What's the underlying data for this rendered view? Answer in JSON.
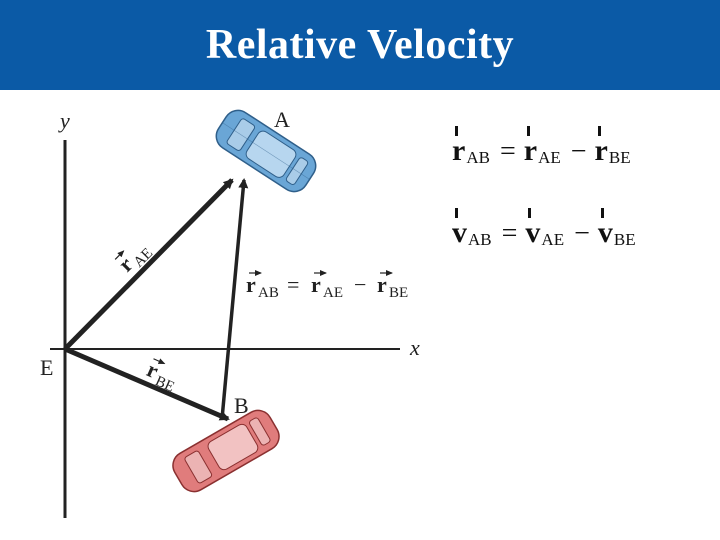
{
  "title": "Relative Velocity",
  "colors": {
    "title_bar": "#0b5aa6",
    "car_A": "#6aa6d6",
    "car_B": "#e07c7c",
    "vectors": "#222222"
  },
  "axes": {
    "y_label": "y",
    "x_label": "x"
  },
  "points": {
    "E": "E",
    "A": "A",
    "B": "B"
  },
  "vector_labels": {
    "rAE": {
      "symbol": "r",
      "subscript": "AE"
    },
    "rBE": {
      "symbol": "r",
      "subscript": "BE"
    },
    "relation": {
      "lhs_sub": "AB",
      "term1_sub": "AE",
      "term2_sub": "BE",
      "symbol": "r",
      "equals": "=",
      "minus": "−"
    }
  },
  "equations": [
    {
      "symbol": "r",
      "lhs_sub": "AB",
      "term1_sub": "AE",
      "term2_sub": "BE",
      "equals": "=",
      "minus": "−"
    },
    {
      "symbol": "v",
      "lhs_sub": "AB",
      "term1_sub": "AE",
      "term2_sub": "BE",
      "equals": "=",
      "minus": "−"
    }
  ]
}
